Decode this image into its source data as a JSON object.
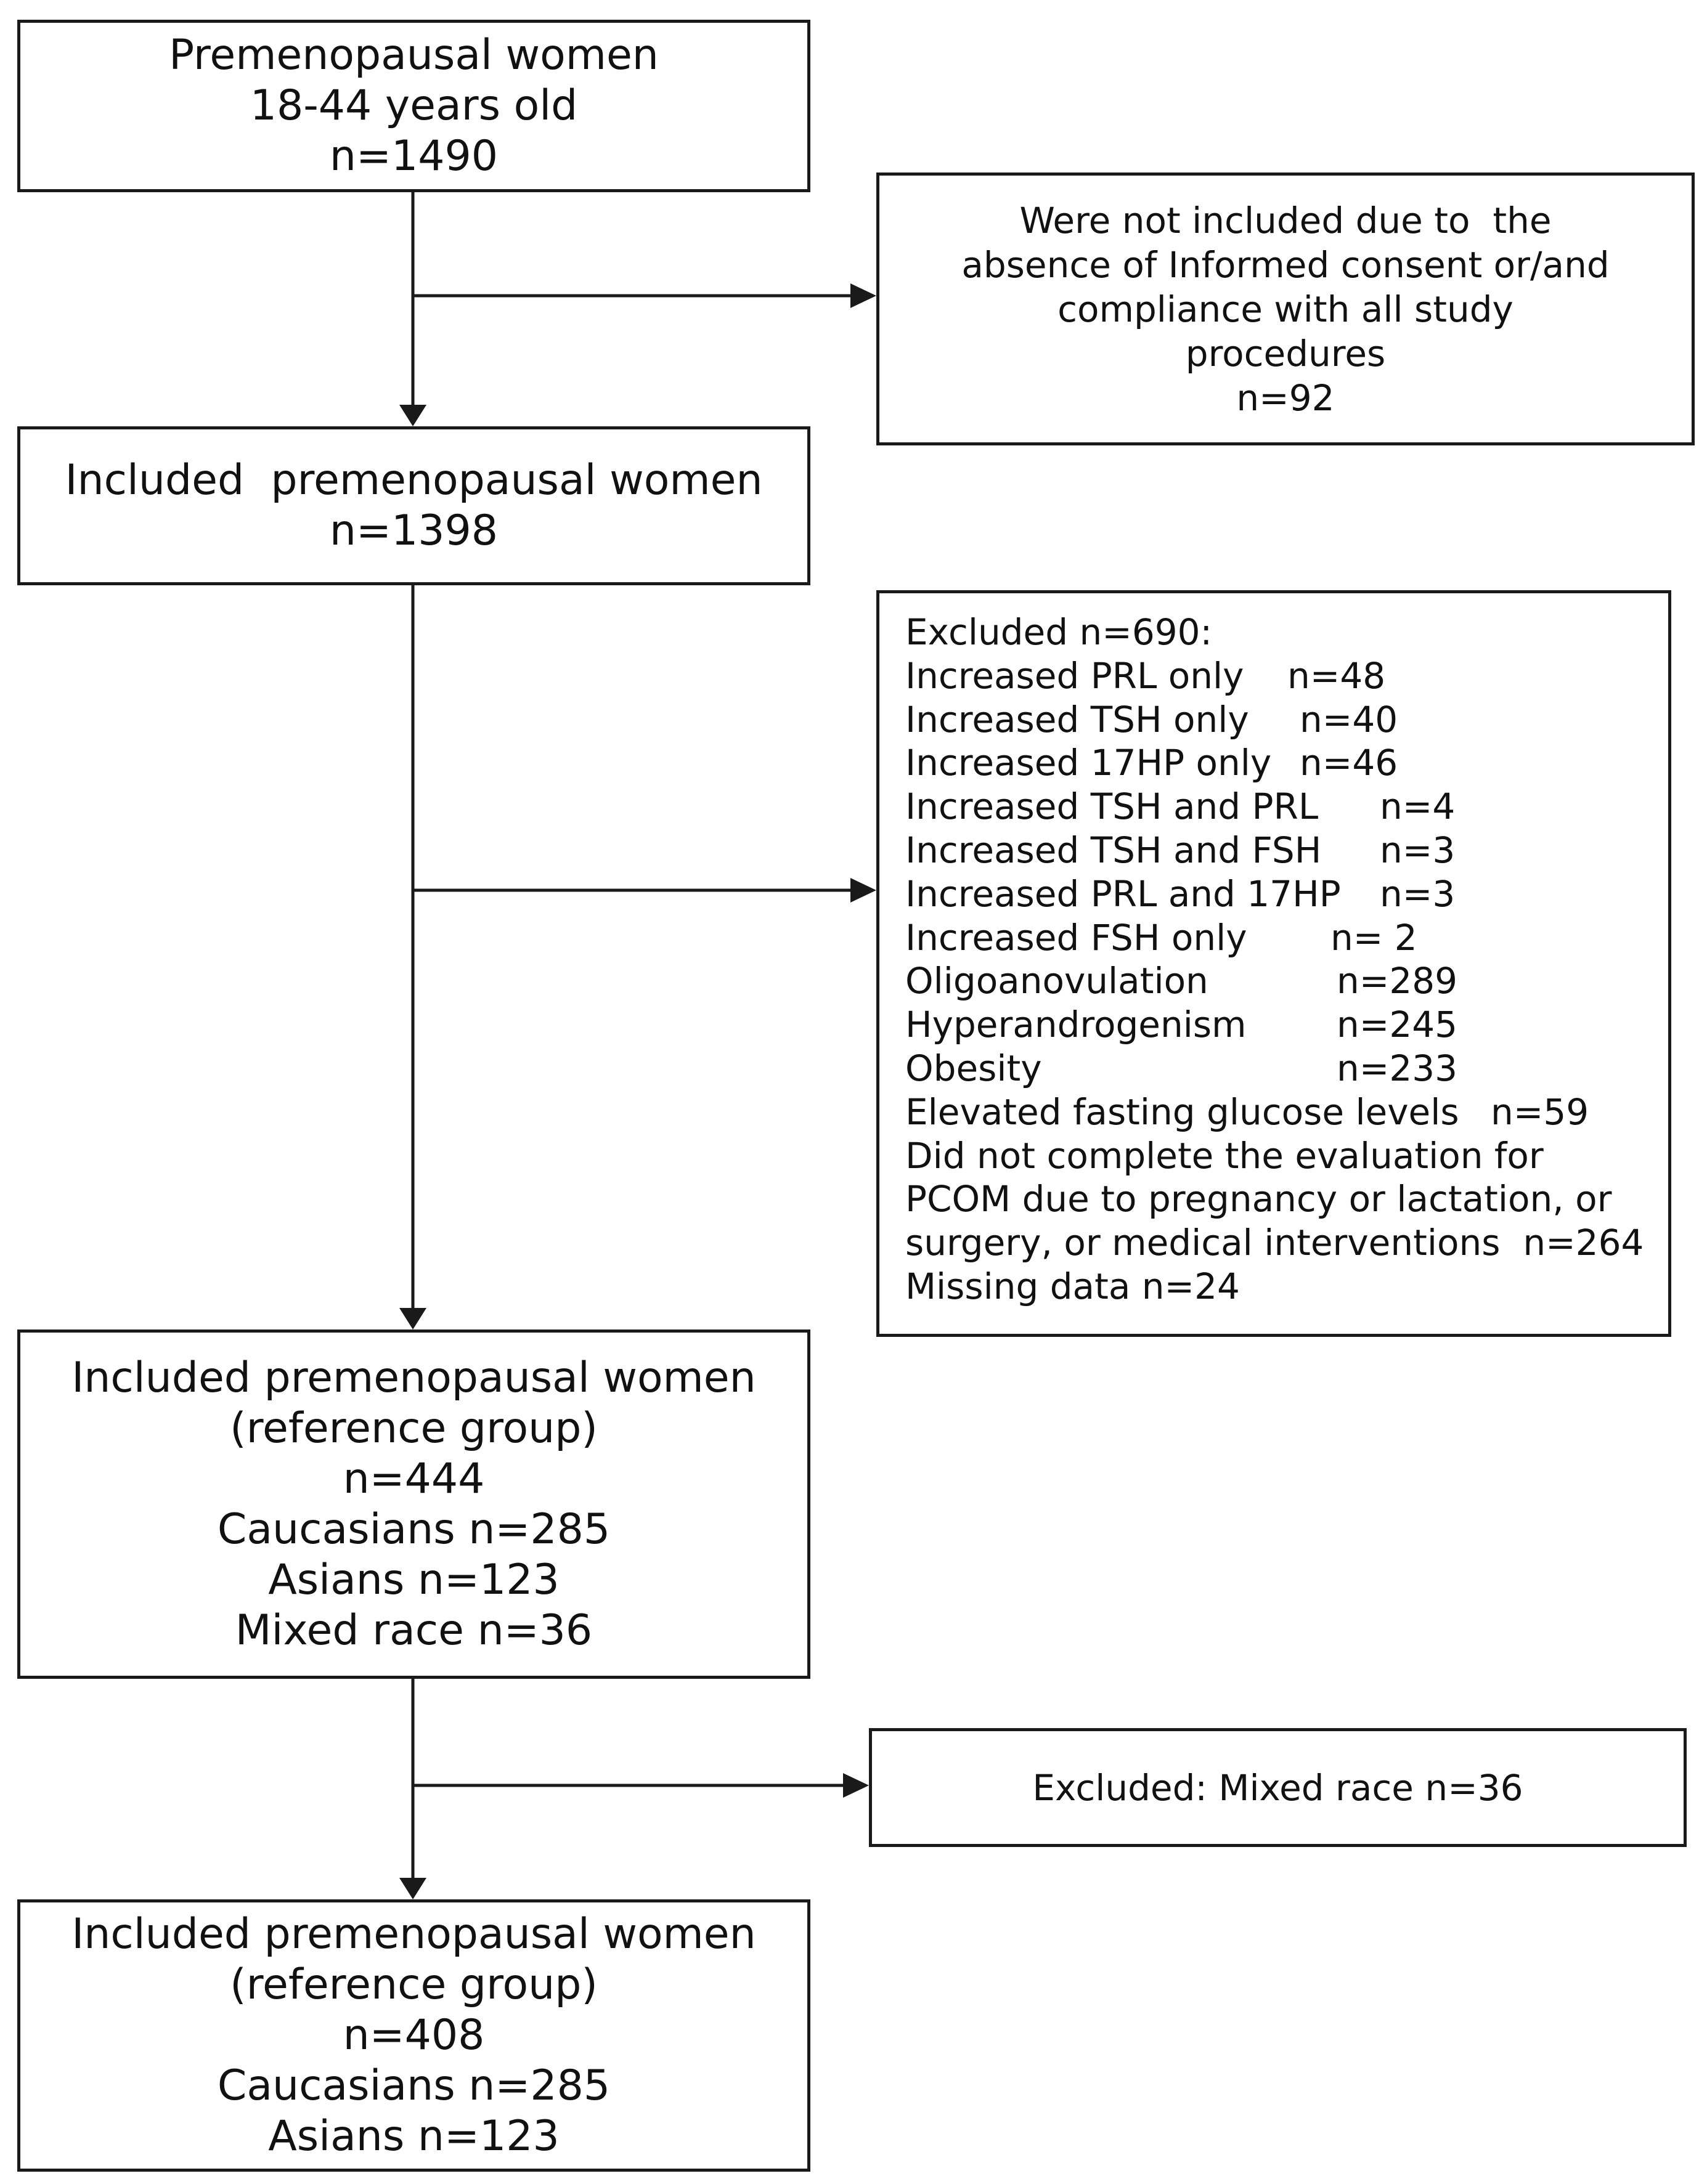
{
  "flowchart": {
    "start_box": {
      "lines": [
        "Premenopausal women",
        "18-44 years old",
        "n=1490"
      ]
    },
    "not_included_box": {
      "lines": [
        "Were not included due to  the",
        "absence of Informed consent or/and",
        "compliance with all study",
        "procedures",
        "n=92"
      ]
    },
    "included_box_1": {
      "lines": [
        "Included  premenopausal women",
        "n=1398"
      ]
    },
    "excluded_box": {
      "header": "Excluded n=690:",
      "items": [
        {
          "label": "Increased PRL only",
          "value": "n=48"
        },
        {
          "label": "Increased TSH only",
          "value": "n=40"
        },
        {
          "label": "Increased 17HP only",
          "value": "n=46"
        },
        {
          "label": "Increased TSH and PRL",
          "value": "n=4"
        },
        {
          "label": "Increased TSH and FSH",
          "value": "n=3"
        },
        {
          "label": "Increased PRL and 17HP",
          "value": "n=3"
        },
        {
          "label": "Increased FSH only",
          "value": "n= 2"
        },
        {
          "label": "Oligoanovulation",
          "value": "n=289"
        },
        {
          "label": "Hyperandrogenism",
          "value": "n=245"
        },
        {
          "label": "Obesity",
          "value": "n=233"
        },
        {
          "label": "Elevated fasting glucose levels",
          "value": "n=59"
        }
      ],
      "pcom_lines": [
        "Did not complete the evaluation for",
        "PCOM due to pregnancy or lactation, or",
        "surgery, or medical interventions  n=264"
      ],
      "missing": "Missing data n=24"
    },
    "included_box_2": {
      "lines": [
        "Included premenopausal women",
        "(reference group)",
        "n=444",
        "Caucasians n=285",
        "Asians n=123",
        "Mixed race n=36"
      ]
    },
    "excluded_mixed_box": {
      "text": "Excluded: Mixed race n=36"
    },
    "final_box": {
      "lines": [
        "Included premenopausal women",
        "(reference group)",
        "n=408",
        "Caucasians n=285",
        "Asians n=123"
      ]
    }
  }
}
